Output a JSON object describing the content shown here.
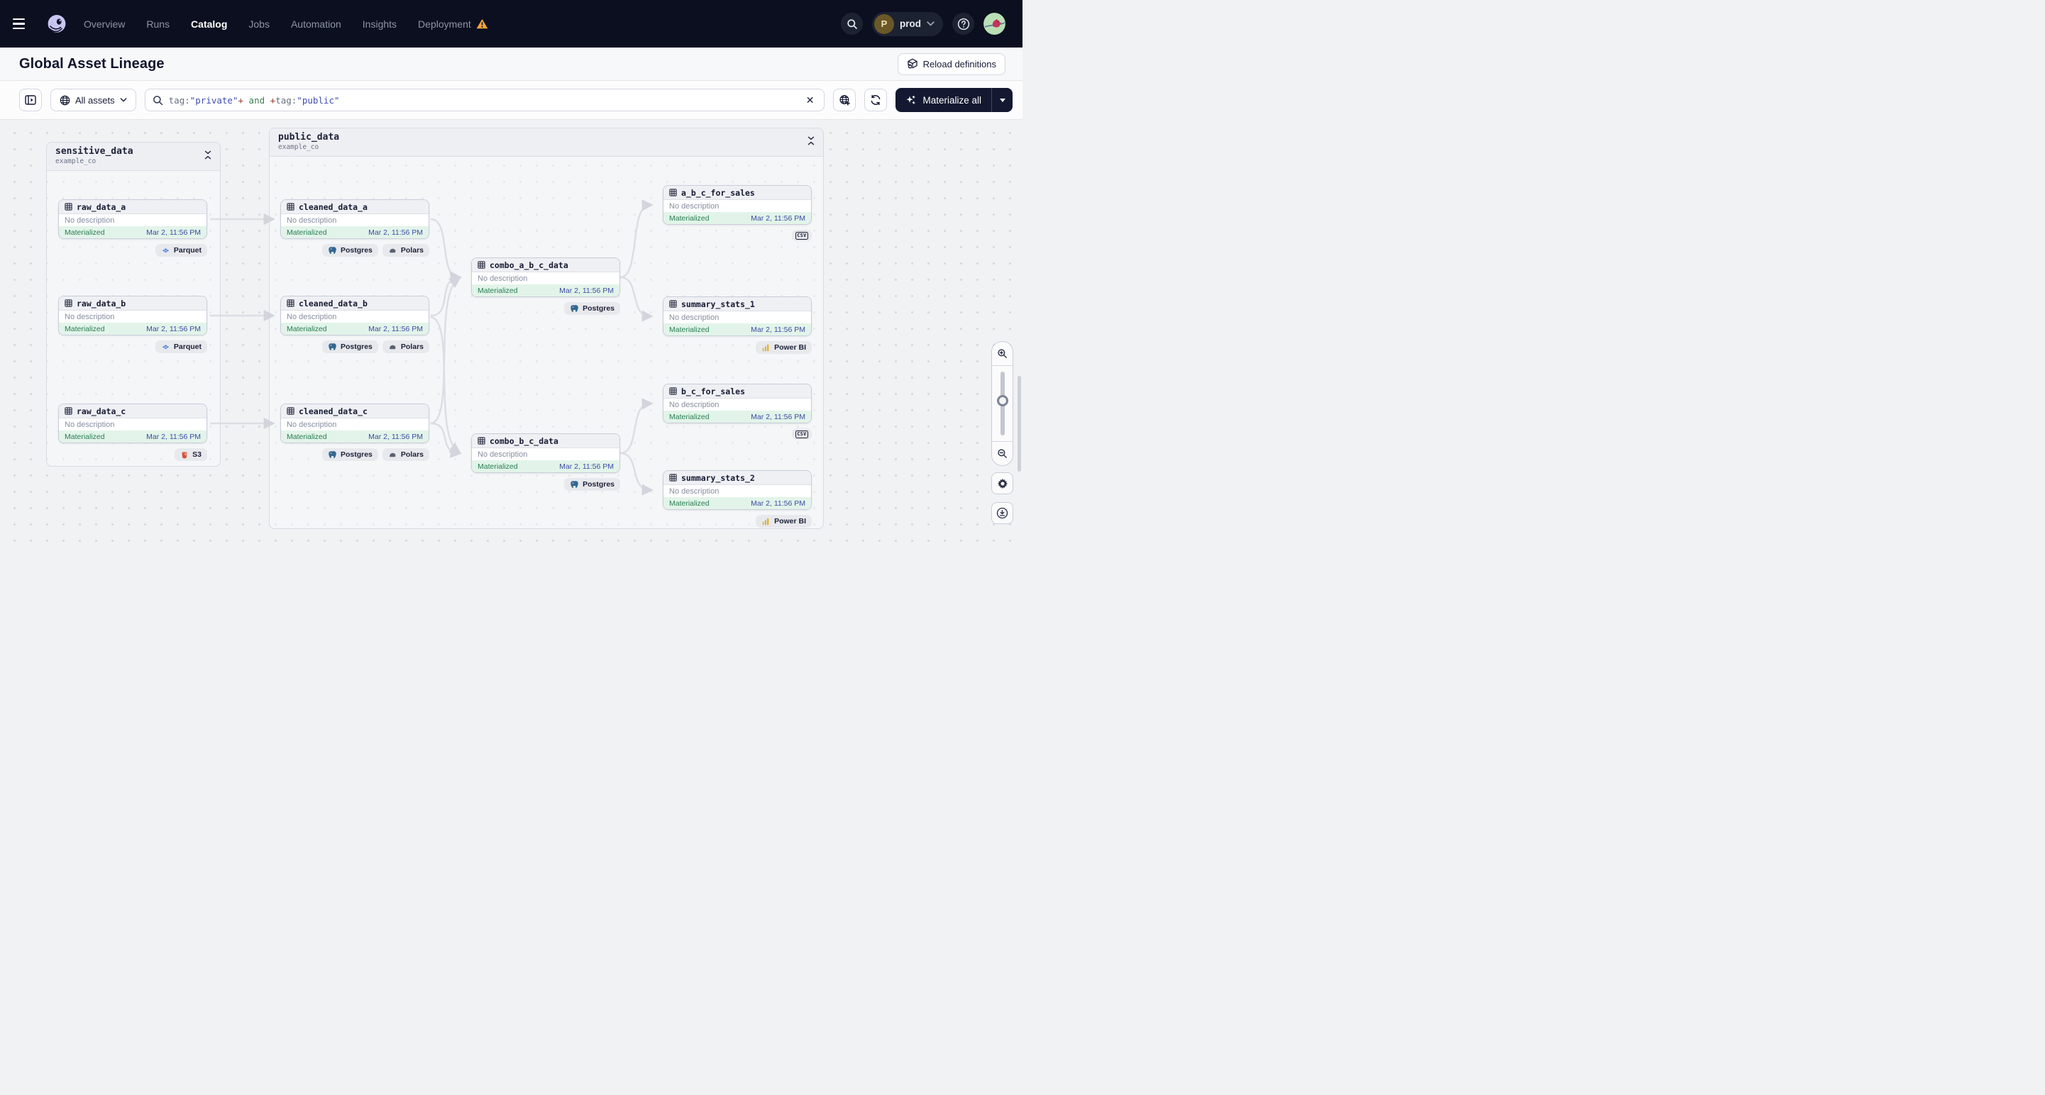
{
  "nav": {
    "items": [
      {
        "label": "Overview"
      },
      {
        "label": "Runs"
      },
      {
        "label": "Catalog",
        "active": true
      },
      {
        "label": "Jobs"
      },
      {
        "label": "Automation"
      },
      {
        "label": "Insights"
      },
      {
        "label": "Deployment",
        "warning": true
      }
    ],
    "workspace": {
      "initial": "P",
      "name": "prod"
    }
  },
  "header": {
    "title": "Global Asset Lineage",
    "reload_label": "Reload definitions"
  },
  "toolbar": {
    "expand_icon": "panel-expand-icon",
    "scope": {
      "icon": "globe-icon",
      "label": "All assets"
    },
    "search": {
      "icon": "search-icon",
      "value": "tag:\"private\"+ and +tag:\"public\"",
      "tokens": [
        {
          "text": "tag:",
          "style": "color:#6a7080"
        },
        {
          "text": "\"private\"",
          "style": "color:#3f4eb0"
        },
        {
          "text": "+",
          "style": "color:#9a3c2e"
        },
        {
          "text": " and ",
          "style": "color:#3e7d50"
        },
        {
          "text": "+",
          "style": "color:#9a3c2e"
        },
        {
          "text": "tag:",
          "style": "color:#6a7080"
        },
        {
          "text": "\"public\"",
          "style": "color:#3f4eb0"
        }
      ],
      "clear_icon": "close-icon"
    },
    "graph_button_icon": "globe-plus-icon",
    "refresh_button_icon": "refresh-icon",
    "materialize": {
      "icon": "sparkles-icon",
      "label": "Materialize all",
      "caret_icon": "caret-down-icon"
    }
  },
  "graph": {
    "groups": [
      {
        "name": "sensitive_data",
        "location": "example_co",
        "collapse_icon": "collapse-vertical-icon"
      },
      {
        "name": "public_data",
        "location": "example_co",
        "collapse_icon": "collapse-vertical-icon"
      }
    ],
    "nodes": [
      {
        "name": "raw_data_a",
        "description": "No description",
        "status": "Materialized",
        "timestamp": "Mar 2, 11:56 PM",
        "badges": [
          {
            "icon": "parquet-icon",
            "label": "Parquet"
          }
        ]
      },
      {
        "name": "raw_data_b",
        "description": "No description",
        "status": "Materialized",
        "timestamp": "Mar 2, 11:56 PM",
        "badges": [
          {
            "icon": "parquet-icon",
            "label": "Parquet"
          }
        ]
      },
      {
        "name": "raw_data_c",
        "description": "No description",
        "status": "Materialized",
        "timestamp": "Mar 2, 11:56 PM",
        "badges": [
          {
            "icon": "s3-icon",
            "label": "S3"
          }
        ]
      },
      {
        "name": "cleaned_data_a",
        "description": "No description",
        "status": "Materialized",
        "timestamp": "Mar 2, 11:56 PM",
        "badges": [
          {
            "icon": "postgres-icon",
            "label": "Postgres"
          },
          {
            "icon": "polars-icon",
            "label": "Polars"
          }
        ]
      },
      {
        "name": "cleaned_data_b",
        "description": "No description",
        "status": "Materialized",
        "timestamp": "Mar 2, 11:56 PM",
        "badges": [
          {
            "icon": "postgres-icon",
            "label": "Postgres"
          },
          {
            "icon": "polars-icon",
            "label": "Polars"
          }
        ]
      },
      {
        "name": "cleaned_data_c",
        "description": "No description",
        "status": "Materialized",
        "timestamp": "Mar 2, 11:56 PM",
        "badges": [
          {
            "icon": "postgres-icon",
            "label": "Postgres"
          },
          {
            "icon": "polars-icon",
            "label": "Polars"
          }
        ]
      },
      {
        "name": "combo_a_b_c_data",
        "description": "No description",
        "status": "Materialized",
        "timestamp": "Mar 2, 11:56 PM",
        "badges": [
          {
            "icon": "postgres-icon",
            "label": "Postgres"
          }
        ]
      },
      {
        "name": "combo_b_c_data",
        "description": "No description",
        "status": "Materialized",
        "timestamp": "Mar 2, 11:56 PM",
        "badges": [
          {
            "icon": "postgres-icon",
            "label": "Postgres"
          }
        ]
      },
      {
        "name": "a_b_c_for_sales",
        "description": "No description",
        "status": "Materialized",
        "timestamp": "Mar 2, 11:56 PM",
        "badges": [
          {
            "icon": "csv-icon",
            "label": ""
          }
        ]
      },
      {
        "name": "summary_stats_1",
        "description": "No description",
        "status": "Materialized",
        "timestamp": "Mar 2, 11:56 PM",
        "badges": [
          {
            "icon": "powerbi-icon",
            "label": "Power BI"
          }
        ]
      },
      {
        "name": "b_c_for_sales",
        "description": "No description",
        "status": "Materialized",
        "timestamp": "Mar 2, 11:56 PM",
        "badges": [
          {
            "icon": "csv-icon",
            "label": ""
          }
        ]
      },
      {
        "name": "summary_stats_2",
        "description": "No description",
        "status": "Materialized",
        "timestamp": "Mar 2, 11:56 PM",
        "badges": [
          {
            "icon": "powerbi-icon",
            "label": "Power BI"
          }
        ]
      }
    ],
    "csv_glyph": "CSV"
  },
  "controls": {
    "zoom_in_icon": "zoom-in-icon",
    "zoom_out_icon": "zoom-out-icon",
    "settings_icon": "gear-icon",
    "download_icon": "download-icon"
  },
  "colors": {
    "nav_bg": "#0b0f1f",
    "status_green": "#277d52",
    "timestamp_indigo": "#3c4ba4",
    "warning_orange": "#f2a33c",
    "edge_gray": "#dcdee4"
  }
}
